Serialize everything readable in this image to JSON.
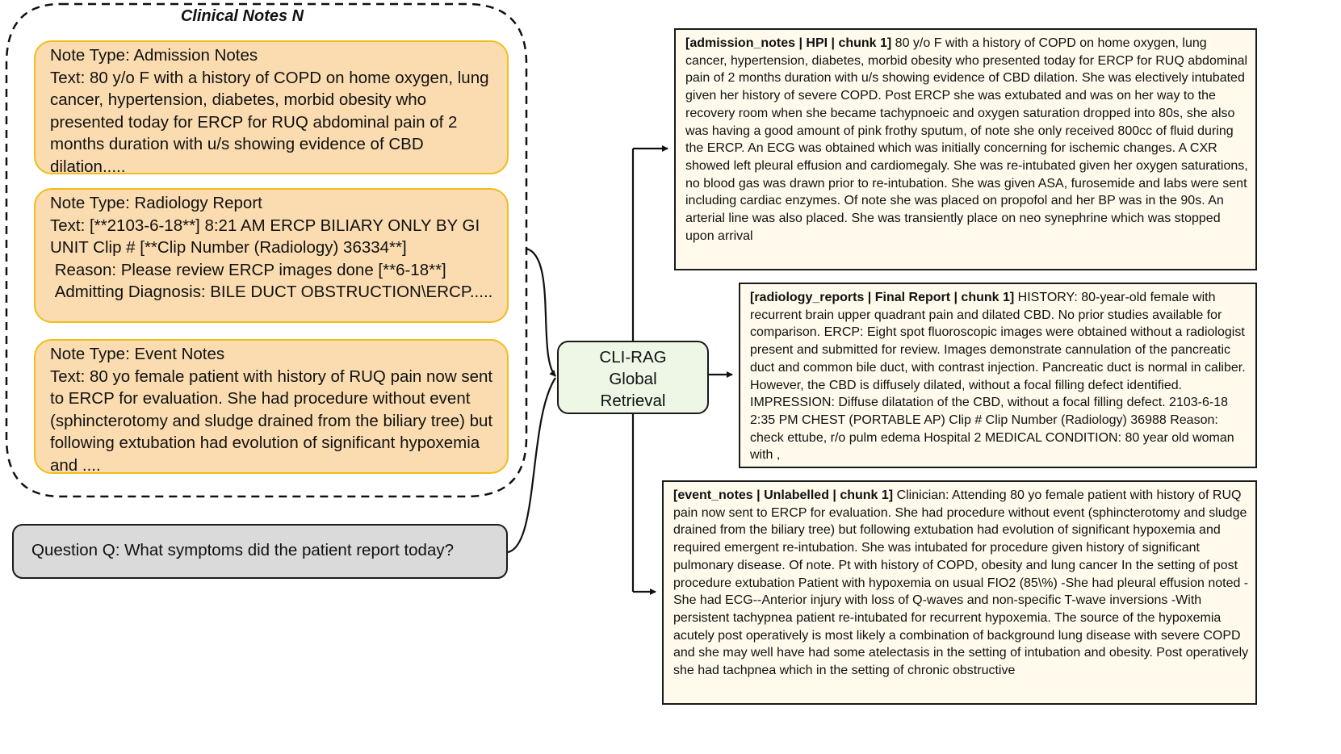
{
  "clinical_notes": {
    "title": "Clinical Notes N",
    "notes": [
      {
        "type": "Note Type: Admission Notes",
        "text": "Text: 80 y/o F with a history of COPD on home oxygen, lung cancer, hypertension, diabetes, morbid obesity who presented today for ERCP for RUQ abdominal pain of 2 months duration with u/s showing evidence of CBD dilation....."
      },
      {
        "type": "Note Type: Radiology Report",
        "text": "Text: [**2103-6-18**] 8:21 AM ERCP BILIARY ONLY BY GI UNIT Clip # [**Clip Number (Radiology) 36334**]",
        "text2": " Reason: Please review ERCP images done [**6-18**]",
        "text3": " Admitting Diagnosis: BILE DUCT OBSTRUCTION\\ERCP....."
      },
      {
        "type": "Note Type: Event Notes",
        "text": "Text: 80 yo female patient with history of RUQ pain now sent to ERCP for evaluation.  She had procedure without event (sphincterotomy and sludge drained from the biliary tree) but following extubation had evolution of significant hypoxemia and ...."
      }
    ]
  },
  "question": "Question Q: What symptoms did the patient report today?",
  "retrieval": {
    "line1": "CLI-RAG",
    "line2": "Global",
    "line3": "Retrieval"
  },
  "chunks": [
    {
      "tag": "[admission_notes | HPI | chunk 1]",
      "text": " 80 y/o F with a history of COPD on home oxygen, lung cancer, hypertension, diabetes, morbid obesity who presented today for ERCP for RUQ abdominal pain of 2 months duration with u/s showing evidence of CBD dilation. She was electively intubated given her history of severe COPD. Post ERCP she was extubated and was on her way to the recovery room when she became tachypnoeic and oxygen saturation dropped into 80s, she also was having a good amount of pink frothy sputum, of note she only received 800cc of fluid during the ERCP. An ECG was obtained which was initially concerning for ischemic changes. A CXR showed left pleural effusion and cardiomegaly. She was re-intubated given her oxygen saturations, no blood gas was drawn prior to re-intubation. She was given ASA, furosemide and labs were sent including cardiac enzymes. Of note she was placed on propofol and her BP was in the 90s. An arterial line was also placed. She was transiently place on neo synephrine which was stopped upon arrival"
    },
    {
      "tag": "[radiology_reports | Final Report | chunk 1]",
      "text": " HISTORY: 80-year-old female with recurrent brain upper quadrant pain and dilated CBD.  No prior studies available for comparison.  ERCP: Eight spot fluoroscopic images were obtained without a radiologist present and submitted for review. Images demonstrate cannulation of the pancreatic duct and common bile duct, with contrast injection. Pancreatic duct is normal in caliber. However, the CBD is diffusely dilated, without a focal filling defect identified.  IMPRESSION: Diffuse dilatation of the CBD, without a focal filling defect.  2103-6-18 2:35 PM CHEST (PORTABLE AP) Clip # Clip Number (Radiology) 36988 Reason: check ettube, r/o pulm edema  Hospital 2 MEDICAL CONDITION: 80 year old woman with ,"
    },
    {
      "tag": "[event_notes | Unlabelled | chunk 1]",
      "text": " Clinician: Attending 80 yo female patient with history of RUQ pain now sent to ERCP for evaluation. She had procedure without event (sphincterotomy and sludge drained from the biliary tree) but following extubation had evolution of significant hypoxemia and required emergent re-intubation. She was intubated for procedure given history of significant pulmonary disease. Of note. Pt with history of COPD, obesity and lung cancer In the setting of post procedure extubation Patient with hypoxemia on usual FIO2 (85\\%) -She had pleural effusion noted -She had ECG--Anterior injury with loss of Q-waves and non-specific T-wave inversions -With persistent tachypnea patient re-intubated for recurrent hypoxemia. The source of the hypoxemia acutely post operatively is most likely a combination of background lung disease with severe COPD and she may well have had some atelectasis in the setting of intubation and obesity. Post operatively she had tachpnea which in the setting of chronic obstructive"
    }
  ]
}
